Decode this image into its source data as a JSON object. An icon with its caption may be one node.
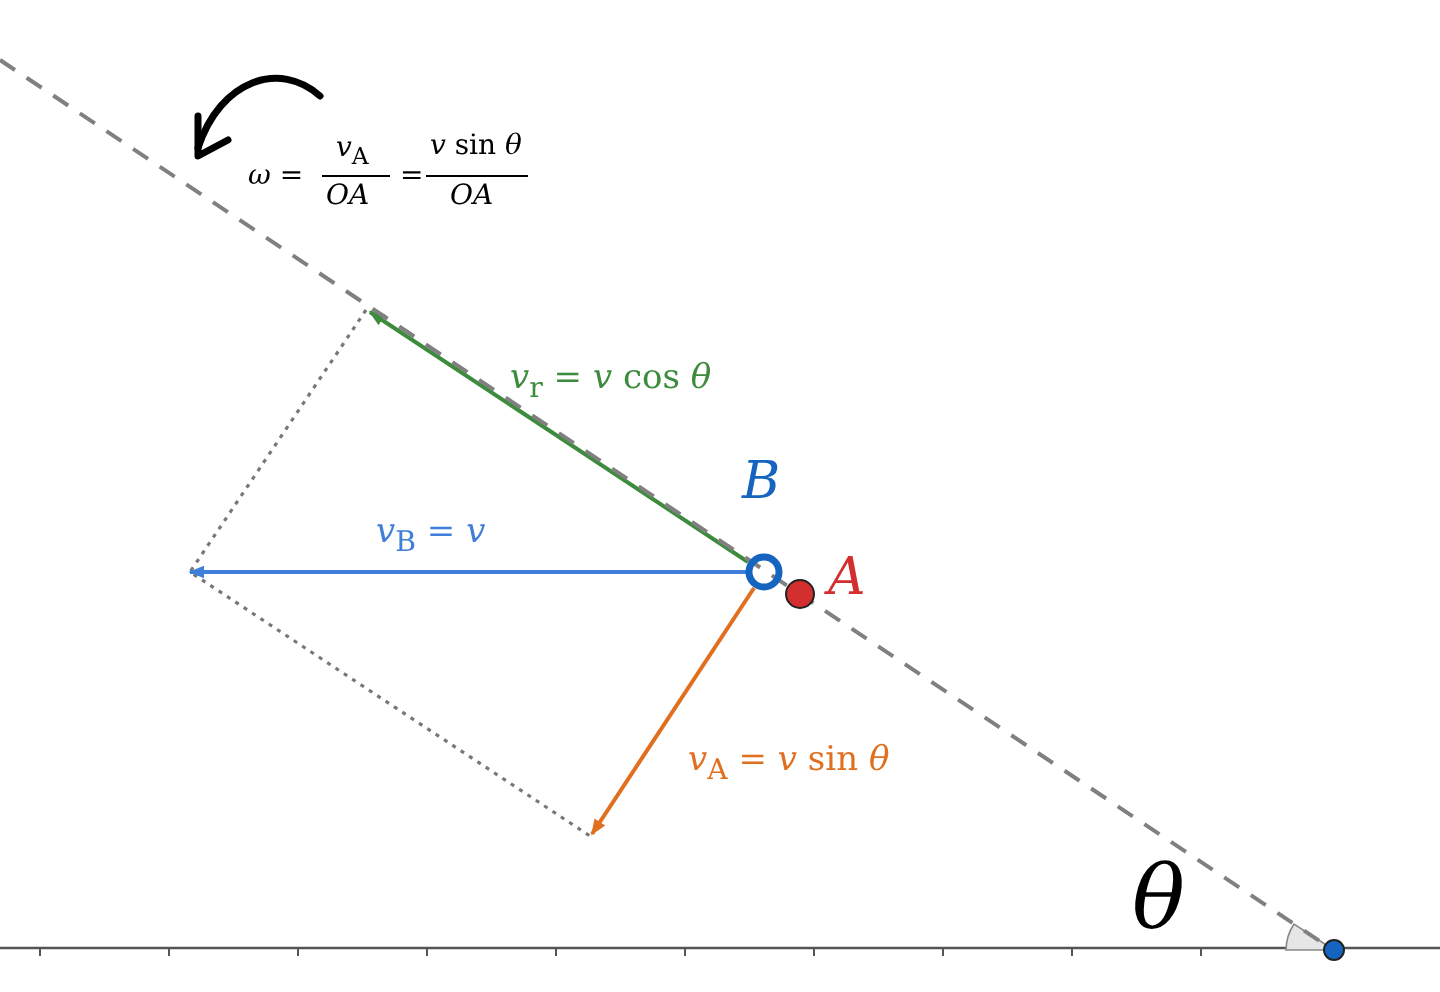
{
  "diagram": {
    "nodes": [
      {
        "text": [
          "B"
        ]
      },
      {
        "text": [
          "A"
        ]
      },
      {
        "text": [],
        "shape": "circle"
      }
    ],
    "edges": [
      {
        "from": 0,
        "to": null,
        "arrow": "to",
        "label": "*v*$_{r}$ = *v* cos *θ*",
        "color": "#3d8b3d"
      },
      {
        "from": 0,
        "to": null,
        "arrow": "to",
        "label": "*v*$_{B}$ = *v*",
        "color": "#3f7fd9"
      },
      {
        "from": 0,
        "to": null,
        "arrow": "to",
        "label": "*v*$_{A}$ = *v* sin *θ*",
        "color": "#e07020"
      },
      {
        "from": null,
        "to": 2,
        "arrow": "none",
        "style": "dashed",
        "color": "#808080"
      }
    ],
    "labels": [
      "*ω* =",
      "*v*$_{A}$",
      "*OA*",
      "=",
      "*v* sin *θ*",
      "*OA*",
      "θ"
    ]
  }
}
